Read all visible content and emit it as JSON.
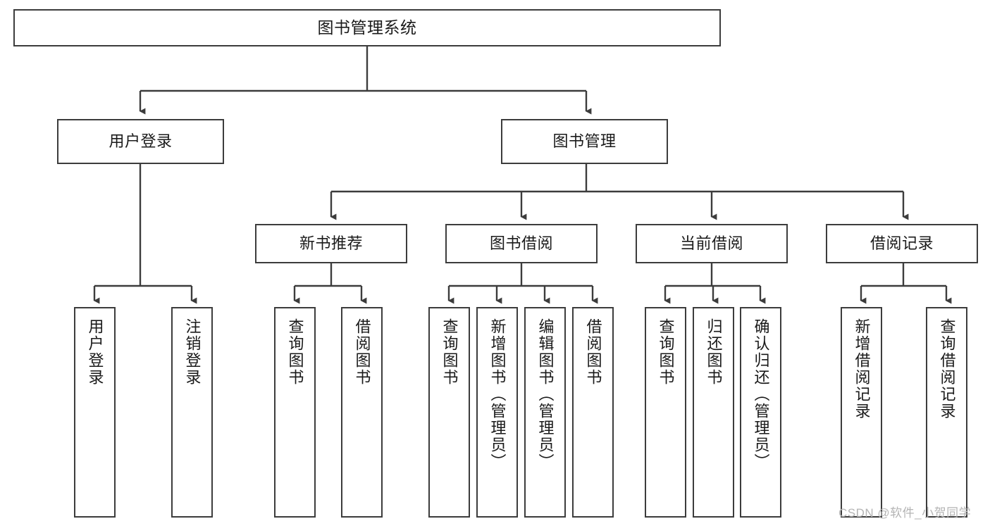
{
  "diagram": {
    "title": "图书管理系统",
    "type": "tree",
    "background": "#ffffff",
    "border_color": "#3c3c3c",
    "text_color": "#1a1a1a",
    "watermark": "CSDN @软件_小贺同学",
    "nodes": {
      "root": {
        "label": "图书管理系统"
      },
      "level2": [
        {
          "label": "用户登录"
        },
        {
          "label": "图书管理"
        }
      ],
      "level3": [
        {
          "label": "新书推荐"
        },
        {
          "label": "图书借阅"
        },
        {
          "label": "当前借阅"
        },
        {
          "label": "借阅记录"
        }
      ],
      "leaves_user_login": [
        {
          "label": "用户登录"
        },
        {
          "label": "注销登录"
        }
      ],
      "leaves_new_books": [
        {
          "label": "查询图书"
        },
        {
          "label": "借阅图书"
        }
      ],
      "leaves_borrow": [
        {
          "label": "查询图书"
        },
        {
          "label": "新增图书（管理员）"
        },
        {
          "label": "编辑图书（管理员）"
        },
        {
          "label": "借阅图书"
        }
      ],
      "leaves_current": [
        {
          "label": "查询图书"
        },
        {
          "label": "归还图书"
        },
        {
          "label": "确认归还（管理员）"
        }
      ],
      "leaves_records": [
        {
          "label": "新增借阅记录"
        },
        {
          "label": "查询借阅记录"
        }
      ]
    }
  }
}
